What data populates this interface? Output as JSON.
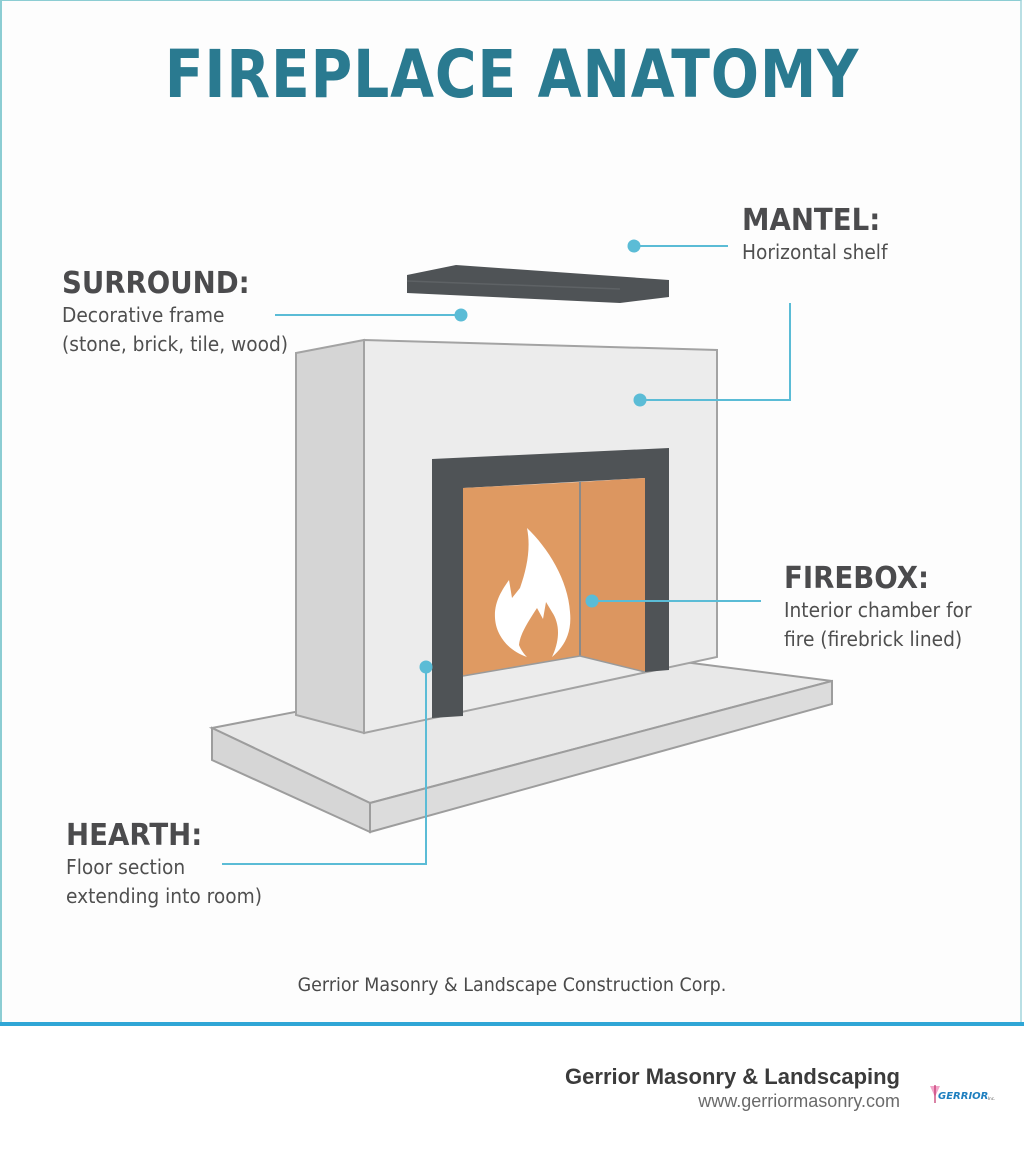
{
  "title": "FIREPLACE ANATOMY",
  "labels": {
    "surround": {
      "head": "SURROUND:",
      "desc_line1": "Decorative frame",
      "desc_line2": "(stone, brick, tile, wood)"
    },
    "mantel": {
      "head": "MANTEL:",
      "desc_line1": "Horizontal shelf"
    },
    "firebox": {
      "head": "FIREBOX:",
      "desc_line1": "Interior chamber for",
      "desc_line2": "fire (firebrick lined)"
    },
    "hearth": {
      "head": "HEARTH:",
      "desc_line1": "Floor section",
      "desc_line2": "extending into room)"
    }
  },
  "credit": "Gerrior Masonry & Landscape Construction Corp.",
  "footer": {
    "company": "Gerrior Masonry & Landscaping",
    "url": "www.gerriormasonry.com",
    "logo_text": "GERRIOR",
    "logo_icon": "pink-triangle-logo-icon"
  },
  "colors": {
    "title": "#2a7a90",
    "callout_line": "#5bbcd6",
    "mantel": "#4f5356",
    "surround_front": "#ebebeb",
    "surround_side": "#d4d4d4",
    "firebox_frame": "#505456",
    "firebrick": "#df9a62",
    "hearth_top": "#e8e8e8",
    "hearth_edge": "#d2d2d2",
    "footer_rule": "#2fa6d6"
  }
}
